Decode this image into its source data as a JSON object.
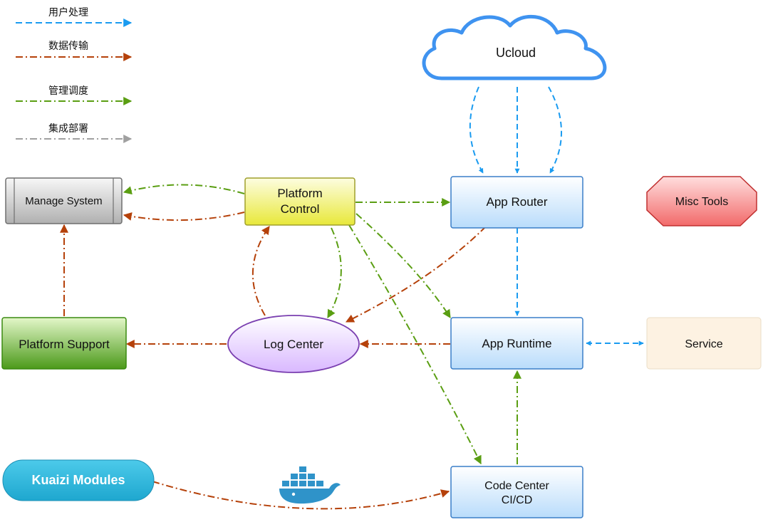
{
  "legend": [
    {
      "label": "用户处理",
      "color": "#1a9bf0",
      "dash": "dash"
    },
    {
      "label": "数据传输",
      "color": "#b5410a",
      "dash": "dashdot"
    },
    {
      "label": "管理调度",
      "color": "#5a9e12",
      "dash": "dashdot"
    },
    {
      "label": "集成部署",
      "color": "#a0a0a0",
      "dash": "dashdot"
    }
  ],
  "nodes": {
    "ucloud": "Ucloud",
    "manage_system": "Manage System",
    "platform_control": [
      "Platform",
      "Control"
    ],
    "app_router": "App Router",
    "misc_tools": "Misc Tools",
    "platform_support": "Platform Support",
    "log_center": "Log Center",
    "app_runtime": "App Runtime",
    "service": "Service",
    "kuaizi_modules": "Kuaizi Modules",
    "code_center": [
      "Code Center",
      "CI/CD"
    ]
  },
  "colors": {
    "user": "#1a9bf0",
    "data": "#b5410a",
    "manage": "#5a9e12",
    "deploy": "#a0a0a0"
  },
  "icons": [
    "docker-whale-icon"
  ]
}
